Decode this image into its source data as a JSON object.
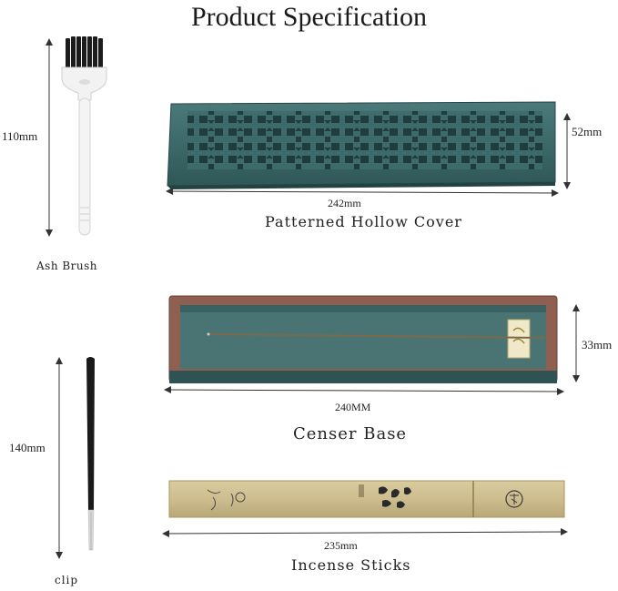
{
  "page": {
    "title": "Product Specification"
  },
  "items": {
    "brush": {
      "name": "Ash Brush",
      "height": "110mm"
    },
    "cover": {
      "name": "Patterned Hollow Cover",
      "width": "242mm",
      "height": "52mm"
    },
    "base": {
      "name": "Censer Base",
      "width": "240MM",
      "height": "33mm"
    },
    "clip": {
      "name": "clip",
      "height": "140mm"
    },
    "sticks": {
      "name": "Incense Sticks",
      "width": "235mm"
    }
  },
  "colors": {
    "cover": "#3d6b6c",
    "cover_dark": "#2b5354",
    "base_outer": "#8f5f52",
    "base_inner": "#4a7474",
    "tube": "#cdbd8f",
    "brush_bristle": "#1c1c1c"
  },
  "icons": [
    "ash-brush-image",
    "tweezers-image",
    "censer-cover-image",
    "censer-base-image",
    "incense-tube-image"
  ]
}
